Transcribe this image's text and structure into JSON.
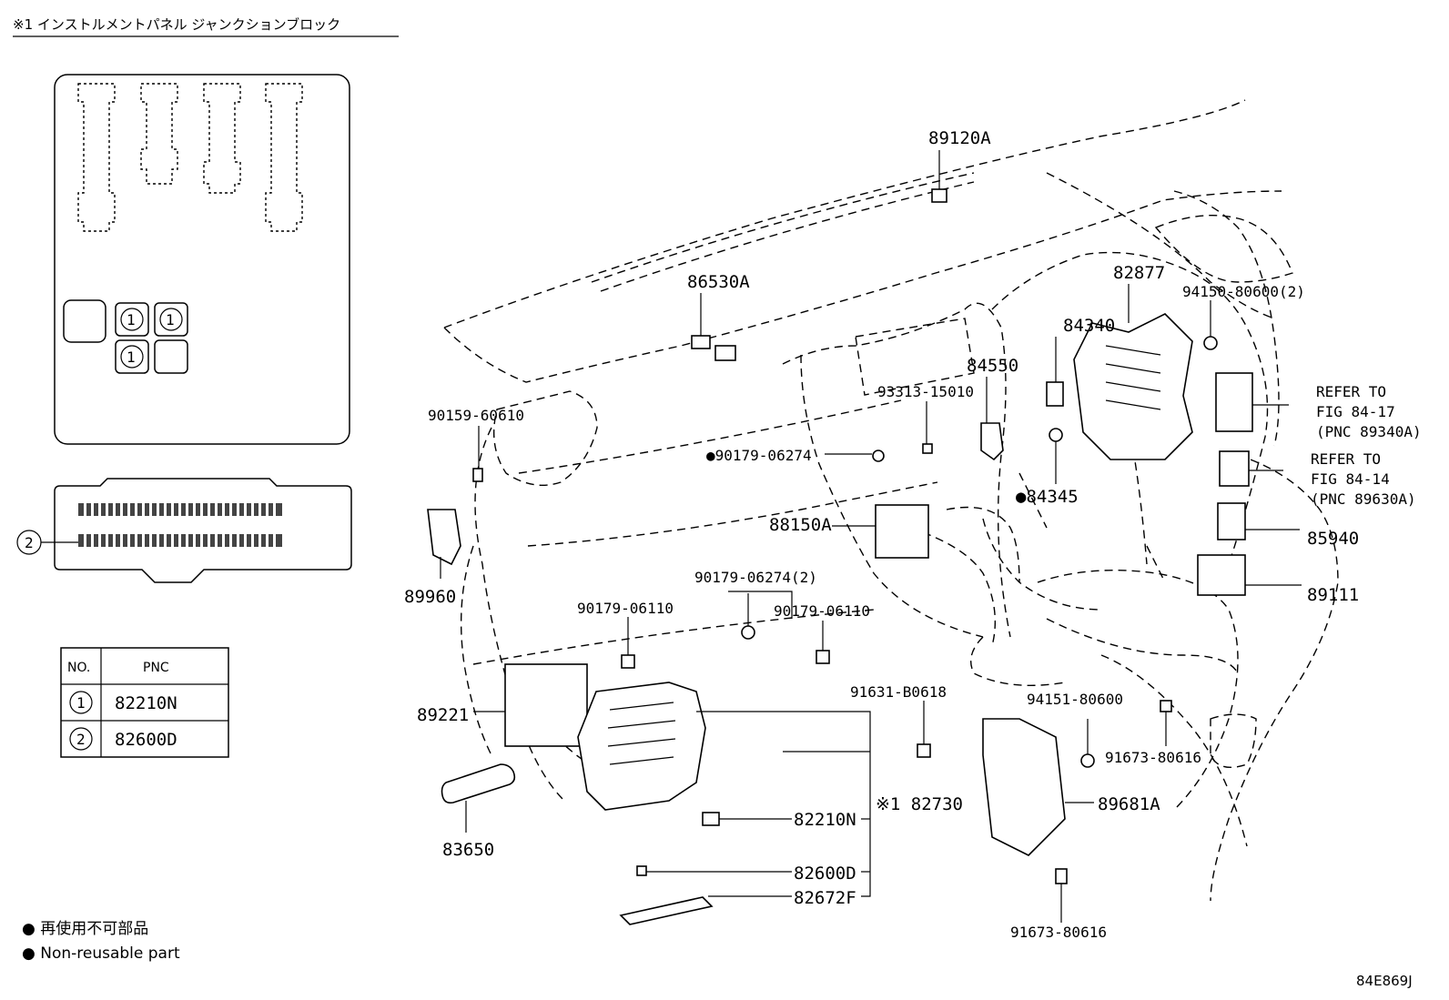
{
  "header": {
    "title": "※1 インストルメントパネル ジャンクションブロック"
  },
  "inset": {
    "callout_label": "2",
    "relay_labels": [
      "1",
      "1",
      "1"
    ]
  },
  "pnc_table": {
    "columns": [
      "NO.",
      "PNC"
    ],
    "rows": [
      {
        "no": "1",
        "pnc": "82210N"
      },
      {
        "no": "2",
        "pnc": "82600D"
      }
    ]
  },
  "legend": {
    "line_jp": "● 再使用不可部品",
    "line_en": "● Non-reusable part"
  },
  "parts": {
    "p89120A": "89120A",
    "p86530A": "86530A",
    "p82877": "82877",
    "p94150": "94150-80600(2)",
    "p84340": "84340",
    "p84550": "84550",
    "p93313": "93313-15010",
    "p90159": "90159-60610",
    "p90179a": "●90179-06274",
    "p84345": "●84345",
    "p88150A": "88150A",
    "p90179b": "90179-06274(2)",
    "p90179c": "90179-06110",
    "p90179d": "90179-06110",
    "p89960": "89960",
    "p85940": "85940",
    "p89111": "89111",
    "p91631": "91631-B0618",
    "p94151": "94151-80600",
    "p91673a": "91673-80616",
    "p89221": "89221",
    "p82210N": "82210N",
    "p82730": "※1 82730",
    "p89681A": "89681A",
    "p83650": "83650",
    "p82600D": "82600D",
    "p82672F": "82672F",
    "p91673b": "91673-80616"
  },
  "refer": {
    "r1_line1": "REFER TO",
    "r1_line2": "FIG 84-17",
    "r1_line3": "(PNC 89340A)",
    "r2_line1": "REFER TO",
    "r2_line2": "FIG 84-14",
    "r2_line3": "(PNC 89630A)"
  },
  "footer": {
    "code": "84E869J"
  }
}
